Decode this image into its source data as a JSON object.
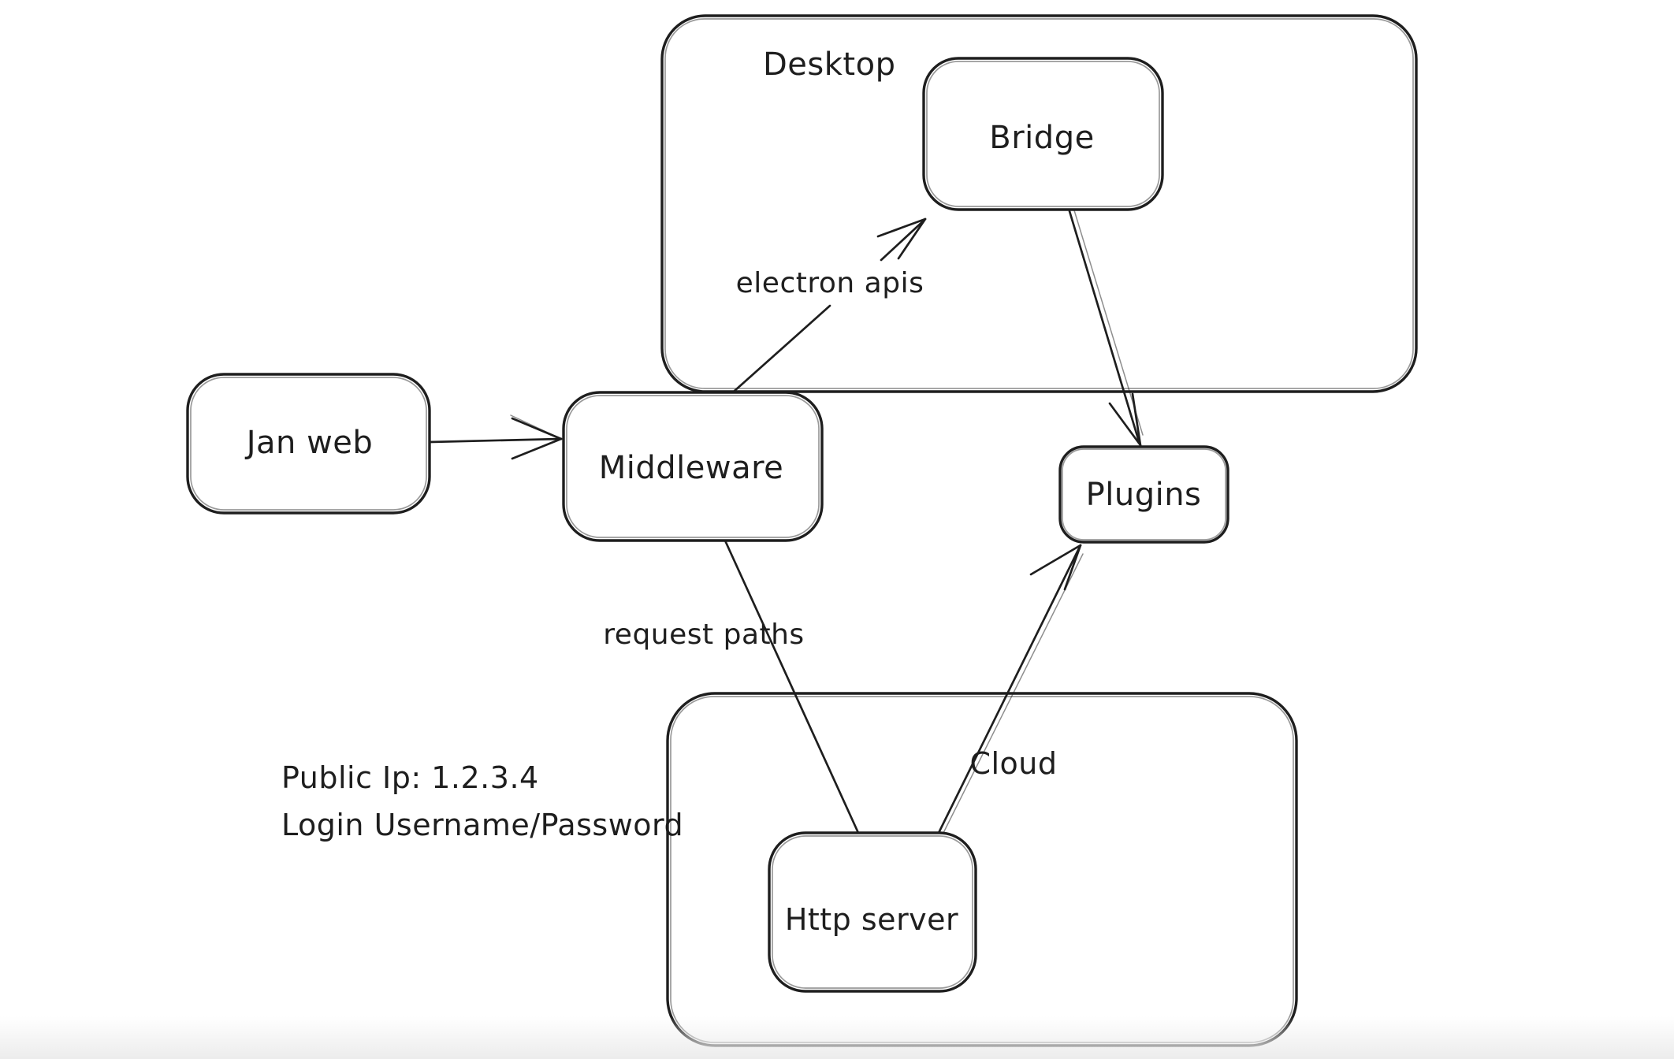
{
  "diagram": {
    "background_color": "#ffffff",
    "stroke_color": "#1e1e1e",
    "containers": {
      "desktop": {
        "label": "Desktop"
      },
      "cloud": {
        "label": "Cloud"
      }
    },
    "nodes": {
      "jan_web": {
        "label": "Jan web"
      },
      "middleware": {
        "label": "Middleware"
      },
      "bridge": {
        "label": "Bridge"
      },
      "plugins": {
        "label": "Plugins"
      },
      "http_server": {
        "label": "Http server"
      }
    },
    "edges": {
      "jan_web_to_middleware": {
        "from": "Jan web",
        "to": "Middleware",
        "label": ""
      },
      "middleware_to_bridge": {
        "from": "Middleware",
        "to": "Bridge",
        "label": "electron apis"
      },
      "bridge_to_plugins": {
        "from": "Bridge",
        "to": "Plugins",
        "label": ""
      },
      "middleware_to_http_server": {
        "from": "Middleware",
        "to": "Http server",
        "label": "request paths"
      },
      "http_server_to_plugins": {
        "from": "Http server",
        "to": "Plugins",
        "label": ""
      }
    },
    "annotations": {
      "public_ip": "Public Ip: 1.2.3.4",
      "login": "Login Username/Password"
    }
  }
}
